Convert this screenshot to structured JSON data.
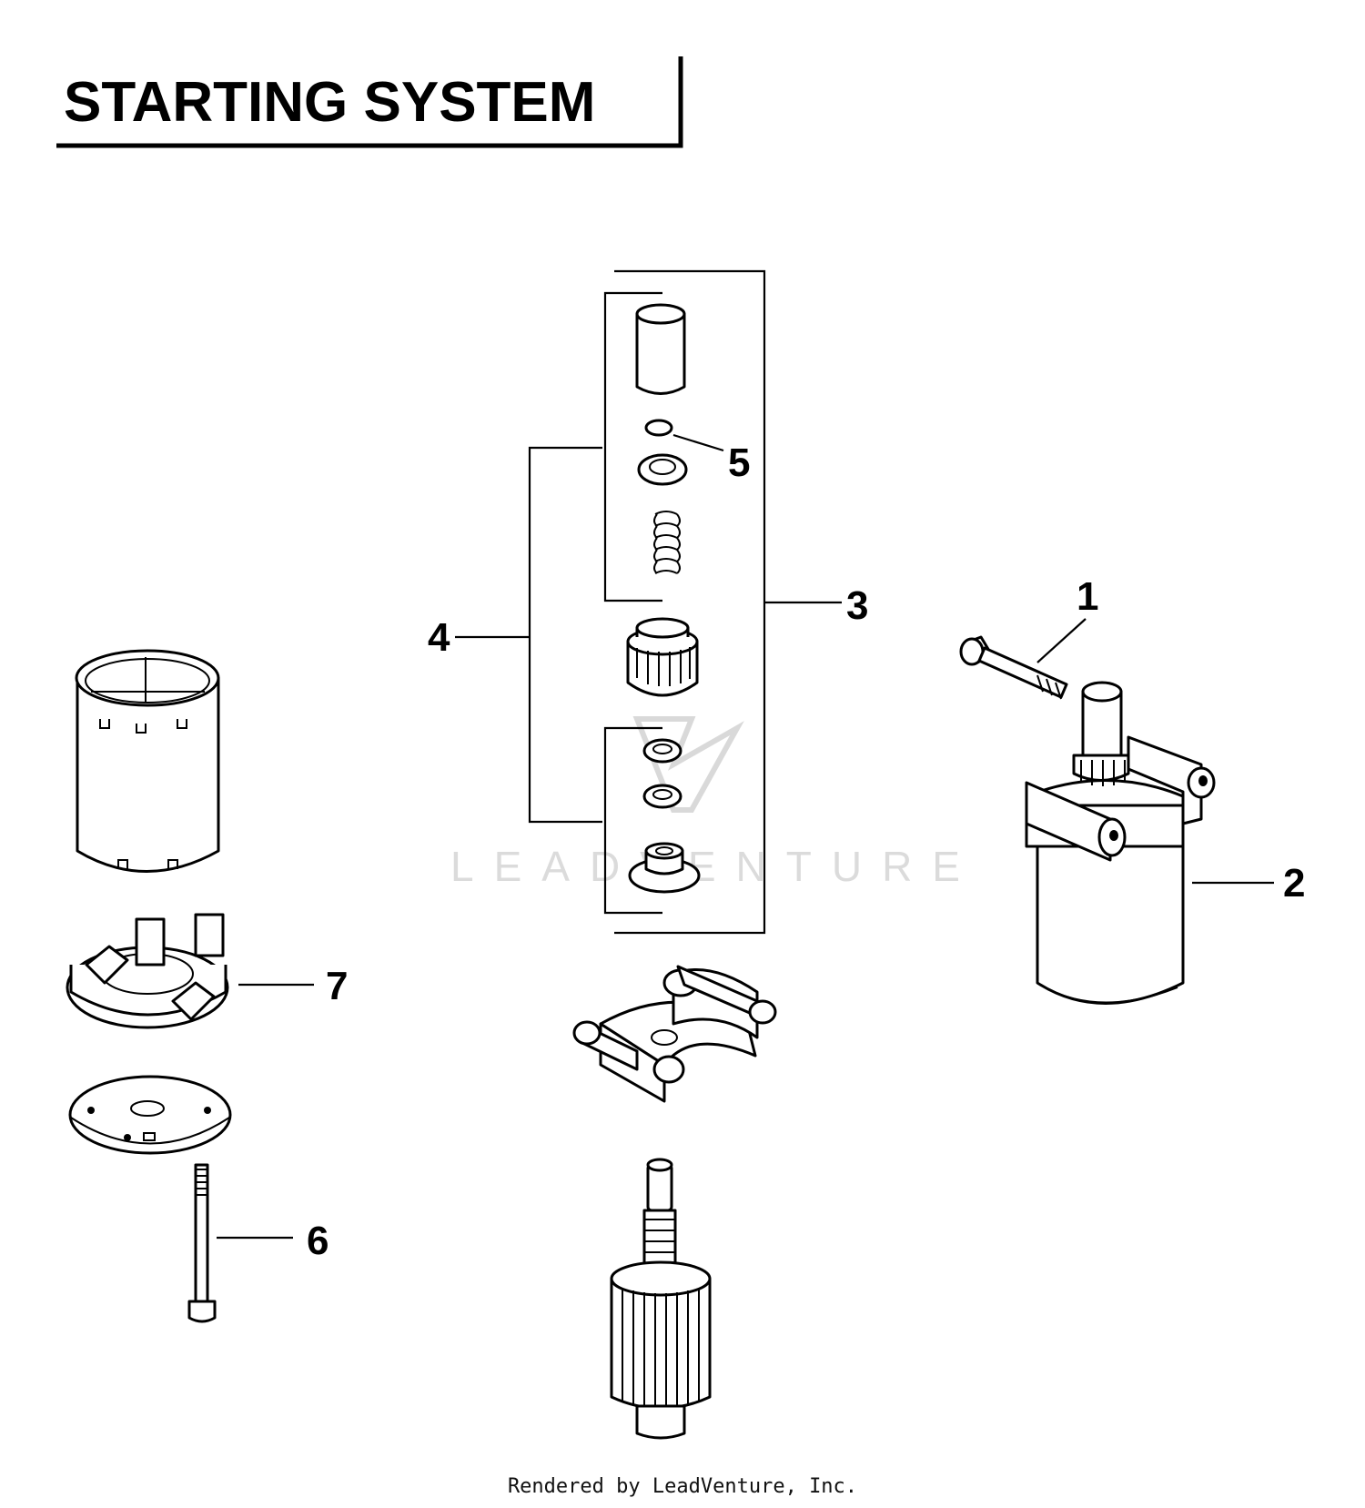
{
  "title": "STARTING SYSTEM",
  "callouts": [
    {
      "id": "1",
      "label": "1"
    },
    {
      "id": "2",
      "label": "2"
    },
    {
      "id": "3",
      "label": "3"
    },
    {
      "id": "4",
      "label": "4"
    },
    {
      "id": "5",
      "label": "5"
    },
    {
      "id": "6",
      "label": "6"
    },
    {
      "id": "7",
      "label": "7"
    }
  ],
  "watermark": "LEADVENTURE",
  "footer": "Rendered by LeadVenture, Inc."
}
